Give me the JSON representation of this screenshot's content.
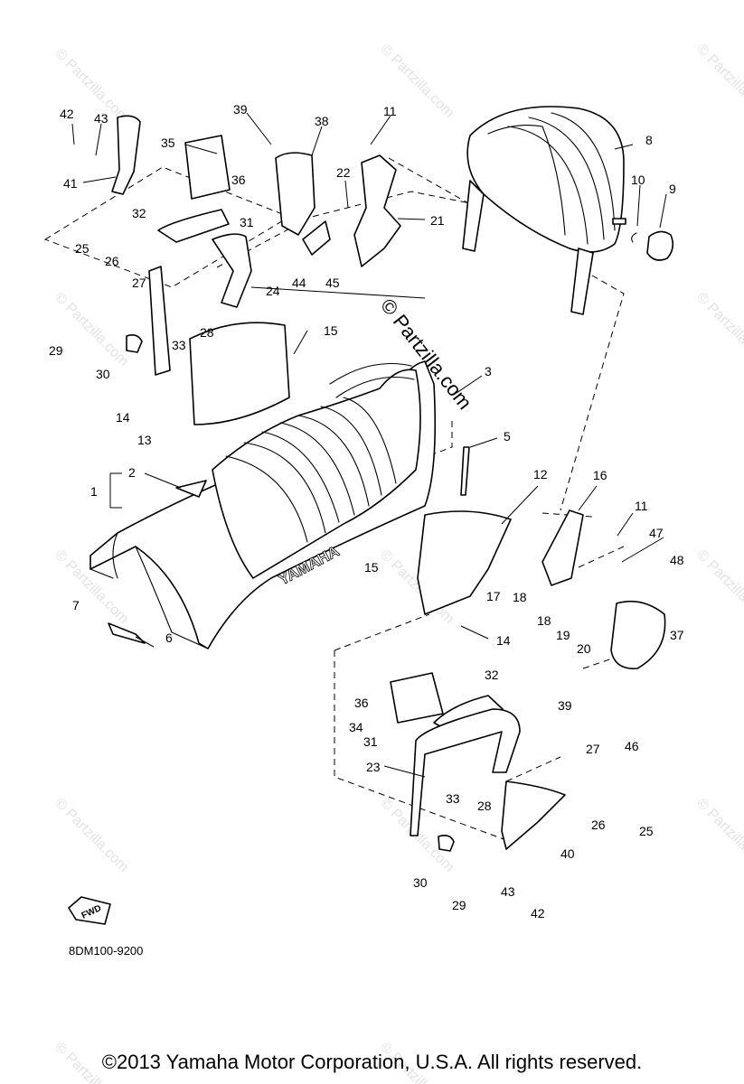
{
  "diagram_code": "8DM100-9200",
  "copyright": "©2013  Yamaha Motor Corporation, U.S.A. All rights reserved.",
  "watermark_main": "© Partzilla.com",
  "watermark_small": "© Partzilla.com",
  "seat_brand": "YAMAHA",
  "fwd_label": "FWD",
  "callouts": {
    "c1": "1",
    "c2": "2",
    "c3": "3",
    "c5": "5",
    "c6": "6",
    "c7": "7",
    "c8": "8",
    "c9": "9",
    "c10": "10",
    "c11a": "11",
    "c11b": "11",
    "c12": "12",
    "c13": "13",
    "c14a": "14",
    "c14b": "14",
    "c15a": "15",
    "c15b": "15",
    "c16": "16",
    "c17": "17",
    "c18a": "18",
    "c18b": "18",
    "c19": "19",
    "c20": "20",
    "c21": "21",
    "c22": "22",
    "c23": "23",
    "c24": "24",
    "c25a": "25",
    "c25b": "25",
    "c26a": "26",
    "c26b": "26",
    "c27a": "27",
    "c27b": "27",
    "c28a": "28",
    "c28b": "28",
    "c29a": "29",
    "c29b": "29",
    "c30a": "30",
    "c30b": "30",
    "c31a": "31",
    "c31b": "31",
    "c32a": "32",
    "c32b": "32",
    "c33a": "33",
    "c33b": "33",
    "c34": "34",
    "c35": "35",
    "c36a": "36",
    "c36b": "36",
    "c37": "37",
    "c38": "38",
    "c39a": "39",
    "c39b": "39",
    "c40": "40",
    "c41": "41",
    "c42a": "42",
    "c42b": "42",
    "c43a": "43",
    "c43b": "43",
    "c44": "44",
    "c45": "45",
    "c46": "46",
    "c47": "47",
    "c48": "48"
  }
}
